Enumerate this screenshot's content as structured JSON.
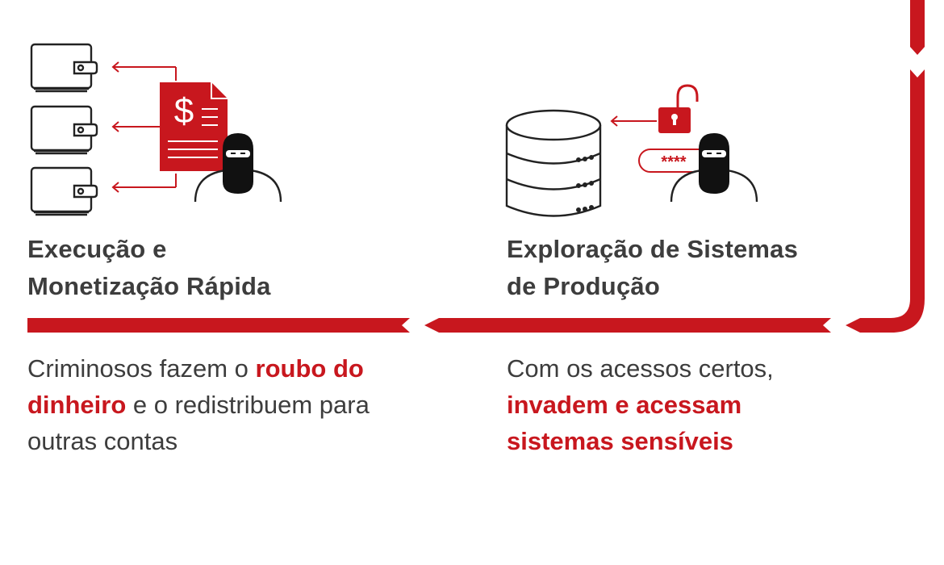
{
  "colors": {
    "accent": "#c8171e",
    "text": "#3d3d3d",
    "line": "#222222"
  },
  "steps": [
    {
      "title_line1": "Execução e",
      "title_line2": "Monetização Rápida",
      "desc_pre": "Criminosos fazem o ",
      "desc_hl": "roubo do dinheiro",
      "desc_post": " e o redistribuem para outras contas",
      "icons": [
        "wallet-icon",
        "wallet-icon",
        "wallet-icon",
        "money-document-icon",
        "hacker-icon"
      ]
    },
    {
      "title_line1": "Exploração de Sistemas",
      "title_line2": "de Produção",
      "desc_pre": "Com os acessos certos, ",
      "desc_hl": "invadem e acessam sistemas sensíveis",
      "desc_post": "",
      "password_mask": "****",
      "icons": [
        "database-icon",
        "unlocked-padlock-icon",
        "password-field-icon",
        "hacker-icon"
      ]
    }
  ]
}
